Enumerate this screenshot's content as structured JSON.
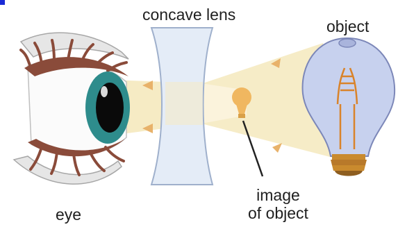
{
  "labels": {
    "lens": "concave lens",
    "object": "object",
    "image_line1": "image",
    "image_line2": "of object",
    "eye": "eye"
  },
  "colors": {
    "beam": "#f6ebc4",
    "arrow": "#e8b26a",
    "lens": "#e4ecf7",
    "lens_edge": "#9fb0cc",
    "bulb_glass": "#c7d1ee",
    "bulb_edge": "#7c87b8",
    "filament": "#d9832a",
    "base": "#c98a2e",
    "image_bulb": "#f0b760",
    "iris": "#2e8c8c",
    "pupil": "#0a0a0a",
    "eyelash": "#8a4b3a",
    "corner_mark": "#1a2bd6"
  },
  "icons": [
    "eye-icon",
    "concave-lens-icon",
    "light-bulb-icon",
    "virtual-image-icon"
  ]
}
